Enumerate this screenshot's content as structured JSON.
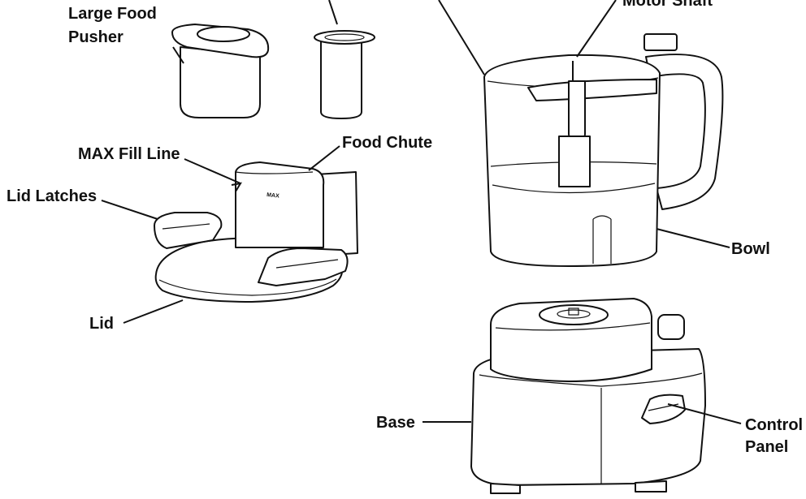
{
  "labels": {
    "large_food_pusher_1": "Large Food",
    "large_food_pusher_2": "Pusher",
    "motor_shaft": "Motor Shaft",
    "max_fill_line": "MAX Fill Line",
    "food_chute": "Food Chute",
    "lid_latches": "Lid Latches",
    "lid": "Lid",
    "bowl": "Bowl",
    "base": "Base",
    "control_panel_1": "Control",
    "control_panel_2": "Panel",
    "max_mark": "MAX"
  }
}
